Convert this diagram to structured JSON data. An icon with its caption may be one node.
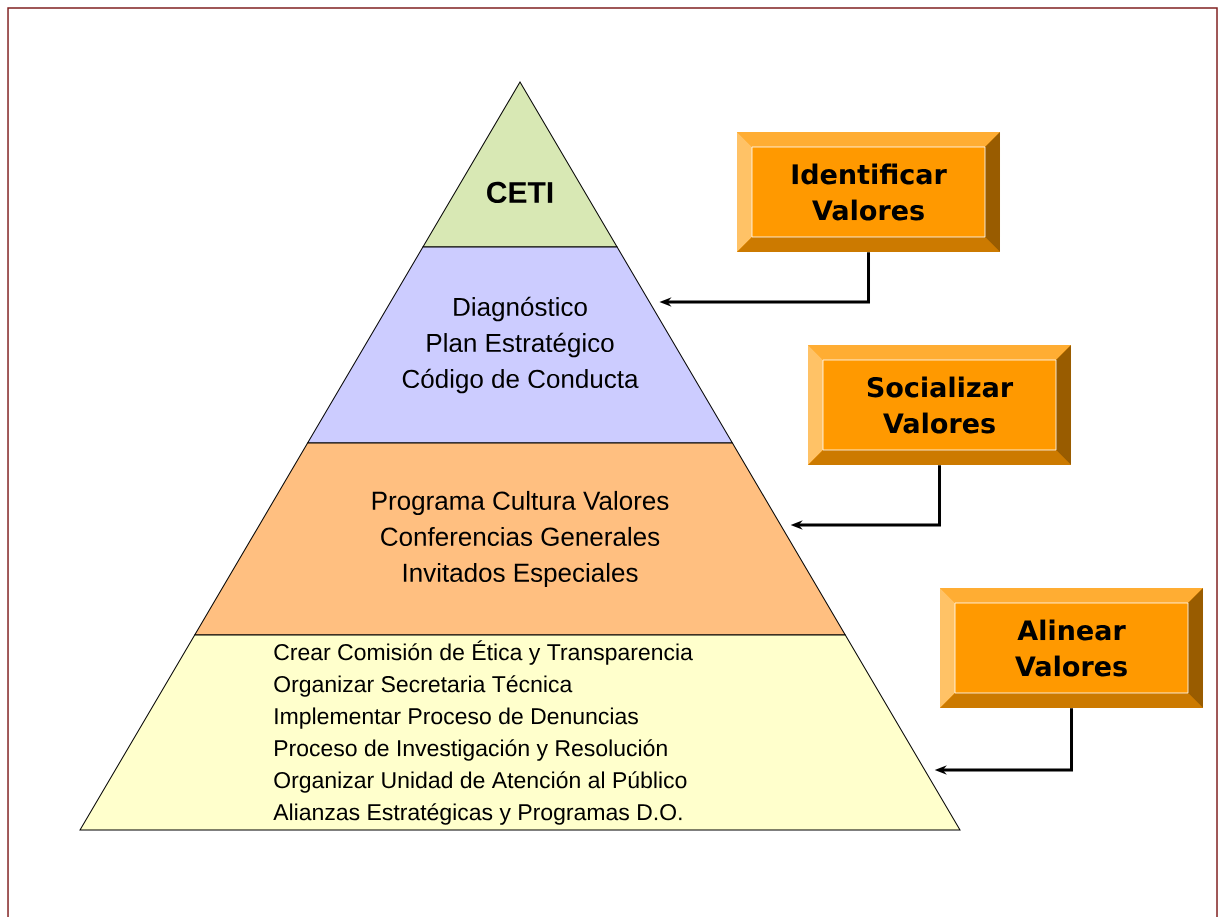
{
  "diagram": {
    "nodes": [
      {
        "text": [
          "CETI"
        ]
      },
      {
        "text": [
          "Diagnóstico",
          "Plan Estratégico",
          "Código de Conducta"
        ]
      },
      {
        "text": [
          "Programa Cultura Valores",
          "Conferencias Generales",
          "Invitados Especiales"
        ]
      },
      {
        "text": [
          "Crear  Comisión de Ética y Transparencia",
          "Organizar Secretaria Técnica",
          "Implementar Proceso de Denuncias",
          "Proceso de Investigación y Resolución",
          "Organizar Unidad de Atención al Público",
          "Alianzas Estratégicas y Programas D.O."
        ]
      },
      {
        "text": [
          "Identificar Valores"
        ]
      },
      {
        "text": [
          "Socializar Valores"
        ]
      },
      {
        "text": [
          "Alinear Valores"
        ]
      }
    ],
    "edges": [
      {
        "from": 4,
        "to": 1,
        "arrow": "to"
      },
      {
        "from": 5,
        "to": 2,
        "arrow": "to"
      },
      {
        "from": 6,
        "to": 3,
        "arrow": "to"
      }
    ]
  }
}
